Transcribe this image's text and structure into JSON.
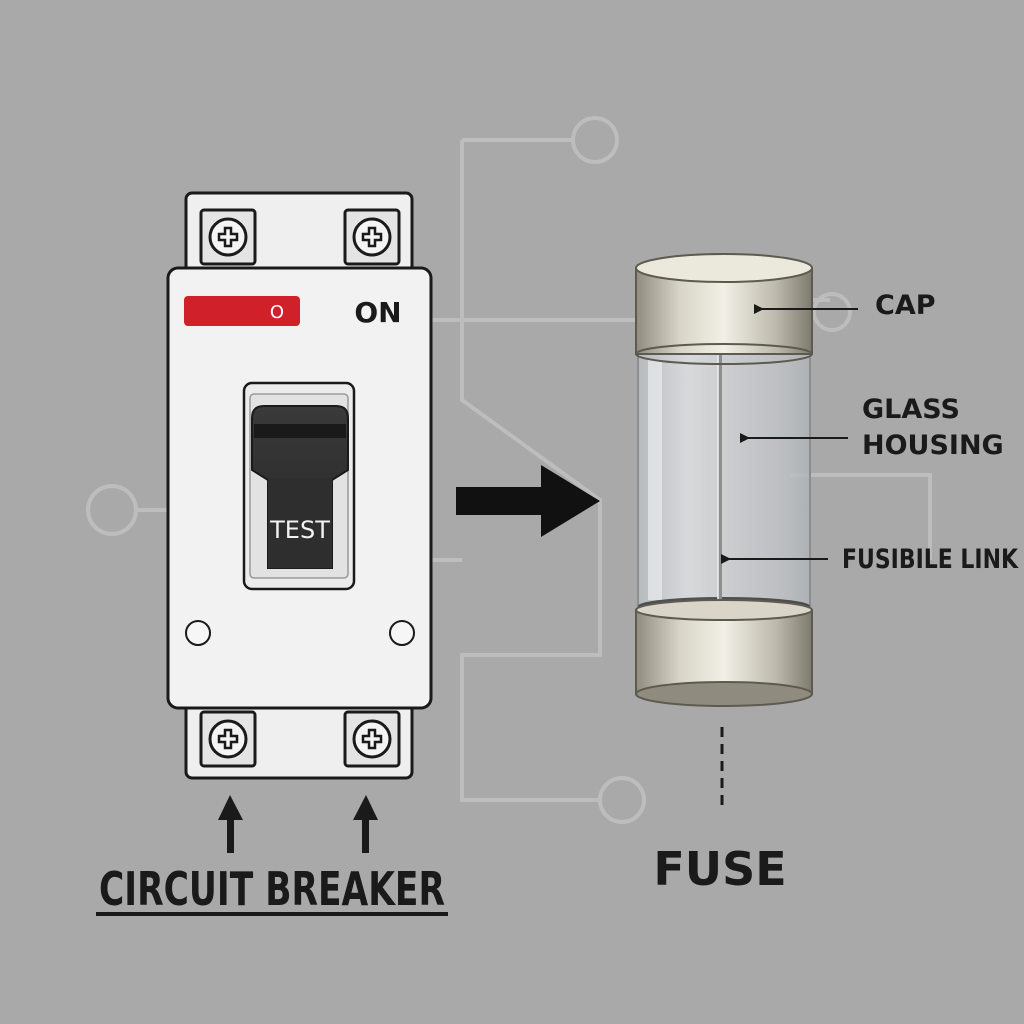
{
  "colors": {
    "background": "#a9a9a9",
    "circuit_line": "#bdbdbd",
    "breaker_body": "#f2f2f2",
    "indicator_red": "#d0202a",
    "toggle_dark": "#2e2e2e",
    "fuse_metal": "#c9c6b8",
    "fuse_glass": "#cfd3d6",
    "ink": "#1a1a1a"
  },
  "breaker": {
    "status_label": "ON",
    "indicator_mark": "O",
    "toggle_label": "TEST",
    "title": "CIRCUIT BREAKER",
    "terminal_screw_icon": "screw-plus-icon"
  },
  "fuse": {
    "title": "FUSE",
    "labels": {
      "cap": "CAP",
      "glass_line1": "GLASS",
      "glass_line2": "HOUSING",
      "link": "FUSIBILE LINK"
    }
  },
  "transition_arrow_icon": "arrow-right-icon"
}
